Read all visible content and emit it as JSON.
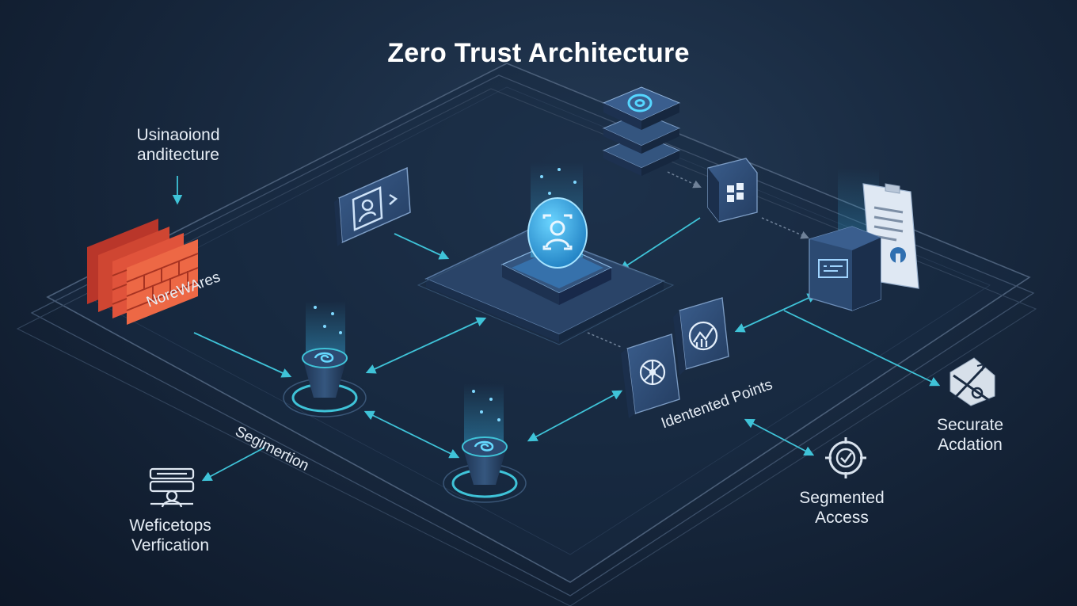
{
  "title": "Zero Trust Architecture",
  "labels": {
    "top_left": [
      "Usinaoiond",
      "anditecture"
    ],
    "firewall": "NoreWAres",
    "segmentation": "Segimertion",
    "identented": "Identented Points",
    "securate": [
      "Securate",
      "Acdation"
    ],
    "segmented": [
      "Segmented",
      "Access"
    ],
    "verification": [
      "Weficetops",
      "Verfication"
    ]
  },
  "icons": {
    "central": "user-shield-icon",
    "panel_left": "user-card-icon",
    "server": "server-stack-icon",
    "apps": "apps-grid-icon",
    "document": "policy-document-icon",
    "device": "device-console-icon",
    "analytics": "analytics-icon",
    "network": "network-node-icon",
    "firewall": "firewall-icon",
    "node_left": "segment-node-icon",
    "node_bottom": "segment-node-icon",
    "securate": "access-broken-icon",
    "segmented": "target-shield-icon",
    "verification": "network-verification-icon"
  },
  "colors": {
    "accent": "#3fc3d8",
    "glow": "#41b6ff",
    "tile": "#2c4a72",
    "firewall": "#e0533b",
    "background": "#18293f"
  }
}
